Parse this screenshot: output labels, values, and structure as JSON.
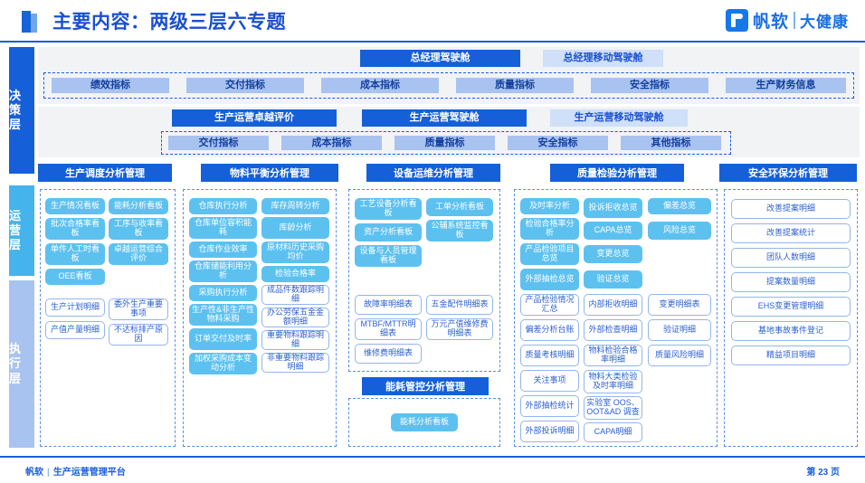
{
  "header": {
    "title": "主要内容：两级三层六专题",
    "brand_name": "帆软",
    "brand_sub": "大健康"
  },
  "rails": [
    {
      "key": "decision",
      "label": "决策层"
    },
    {
      "key": "operation",
      "label": "运营层"
    },
    {
      "key": "execution",
      "label": "执行层"
    }
  ],
  "decision": {
    "row1": {
      "cockpit": "总经理驾驶舱",
      "mobile_cockpit": "总经理移动驾驶舱",
      "indicators": [
        "绩效指标",
        "交付指标",
        "成本指标",
        "质量指标",
        "安全指标",
        "生产财务信息"
      ]
    },
    "row2": {
      "excellence": "生产运营卓越评价",
      "cockpit": "生产运营驾驶舱",
      "mobile_cockpit": "生产运营移动驾驶舱",
      "indicators": [
        "交付指标",
        "成本指标",
        "质量指标",
        "安全指标",
        "其他指标"
      ]
    }
  },
  "topic_bars": [
    "生产调度分析管理",
    "物料平衡分析管理",
    "设备运维分析管理",
    "质量检验分析管理",
    "安全环保分析管理"
  ],
  "energy_bar": "能耗管控分析管理",
  "columns": [
    {
      "name": "生产调度分析管理",
      "sub_columns": [
        {
          "cyan": [
            "生产情况看板",
            "批次合格率看板",
            "单件人工时看板",
            "OEE看板"
          ],
          "outline": [
            "生产计划明细",
            "产值产量明细"
          ]
        },
        {
          "cyan": [
            "能耗分析看板",
            "工序与收率看板",
            "卓越运营综合评价"
          ],
          "outline": [
            "委外生产重要事项",
            "不达标排产原因"
          ]
        }
      ]
    },
    {
      "name": "物料平衡分析管理",
      "sub_columns": [
        {
          "cyan": [
            "仓库执行分析",
            "仓库单位容积能耗",
            "仓库作业效率",
            "仓库储能利用分析",
            "采购执行分析",
            "生产性&非生产性物料采购",
            "订单交付及时率",
            "加权采购成本变动分析"
          ],
          "outline": []
        },
        {
          "cyan": [
            "库存周转分析",
            "库龄分析",
            "原材料历史采购均价",
            "检验合格率"
          ],
          "outline": [
            "成品件数跟踪明细",
            "办公劳保五金金额明细",
            "重要物料跟踪明细",
            "非重要物料跟踪明细"
          ]
        }
      ]
    },
    {
      "name": "设备运维分析管理",
      "sub_columns": [
        {
          "cyan": [
            "工艺设备分析看板",
            "资产分析看板",
            "设备与人员管理看板"
          ],
          "outline": [
            "故障率明细表",
            "MTBF/MTTR明细表",
            "维修费明细表"
          ]
        },
        {
          "cyan": [
            "工单分析看板",
            "公辅系统监控看板"
          ],
          "outline": [
            "五金配件明细表",
            "万元产值维修费明细表"
          ]
        }
      ],
      "energy_sub": [
        "能耗分析看板"
      ]
    },
    {
      "name": "质量检验分析管理",
      "sub_columns": [
        {
          "cyan": [
            "及时率分析",
            "检验合格率分析",
            "产品检验项目总览",
            "外部抽检总览"
          ],
          "outline": [
            "产品检验情况汇总",
            "偏差分析台账",
            "质量考核明细",
            "关注事项",
            "外部抽检统计",
            "外部投诉明细"
          ]
        },
        {
          "cyan": [
            "投诉拒收总览",
            "CAPA总览",
            "变更总览",
            "验证总览"
          ],
          "outline": [
            "内部拒收明细",
            "外部检查明细",
            "物料检验合格率明细",
            "物料大类检验及时率明细",
            "实验室 OOS、OOT&AD 调查",
            "CAPA明细"
          ]
        },
        {
          "cyan": [
            "偏差总览",
            "风险总览"
          ],
          "outline": [
            "变更明细表",
            "验证明细",
            "质量风险明细"
          ]
        }
      ]
    },
    {
      "name": "安全环保分析管理",
      "sub_columns": [
        {
          "cyan": [],
          "outline": [
            "改善提案明细",
            "改善提案统计",
            "团队人数明细",
            "提案数量明细",
            "EHS变更管理明细",
            "基地事故事件登记",
            "精益项目明细"
          ]
        }
      ]
    }
  ],
  "footer": {
    "brand": "帆软",
    "platform": "生产运营管理平台",
    "page": "第 23 页"
  },
  "colors": {
    "primary": "#1560d8",
    "cyan": "#5dc1f0",
    "pale": "#cfe0f8",
    "mid": "#a8c3ef",
    "panel": "#f2f3f5"
  }
}
